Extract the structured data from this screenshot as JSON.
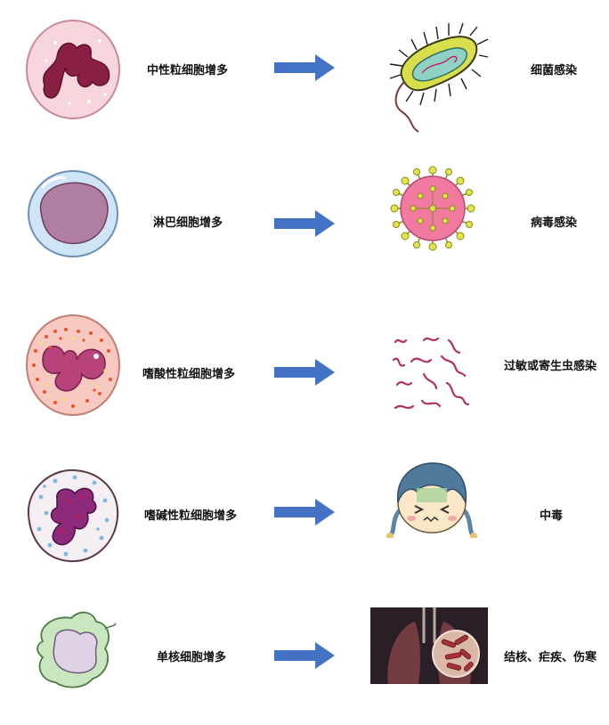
{
  "rows": [
    {
      "cell_label": "中性粒细胞增多",
      "cause_label": "细菌感染",
      "cell_icon": "neutrophil-icon",
      "cause_icon": "bacterium-icon"
    },
    {
      "cell_label": "淋巴细胞增多",
      "cause_label": "病毒感染",
      "cell_icon": "lymphocyte-icon",
      "cause_icon": "virus-icon"
    },
    {
      "cell_label": "嗜酸性粒细胞增多",
      "cause_label": "过敏或寄生虫感染",
      "cell_icon": "eosinophil-icon",
      "cause_icon": "parasite-worms-icon"
    },
    {
      "cell_label": "嗜碱性粒细胞增多",
      "cause_label": "中毒",
      "cell_icon": "basophil-icon",
      "cause_icon": "sick-girl-icon"
    },
    {
      "cell_label": "单核细胞增多",
      "cause_label": "结核、疟疾、伤寒",
      "cell_icon": "monocyte-icon",
      "cause_icon": "lung-bacteria-icon"
    }
  ],
  "colors": {
    "arrow": "#4472C4"
  }
}
